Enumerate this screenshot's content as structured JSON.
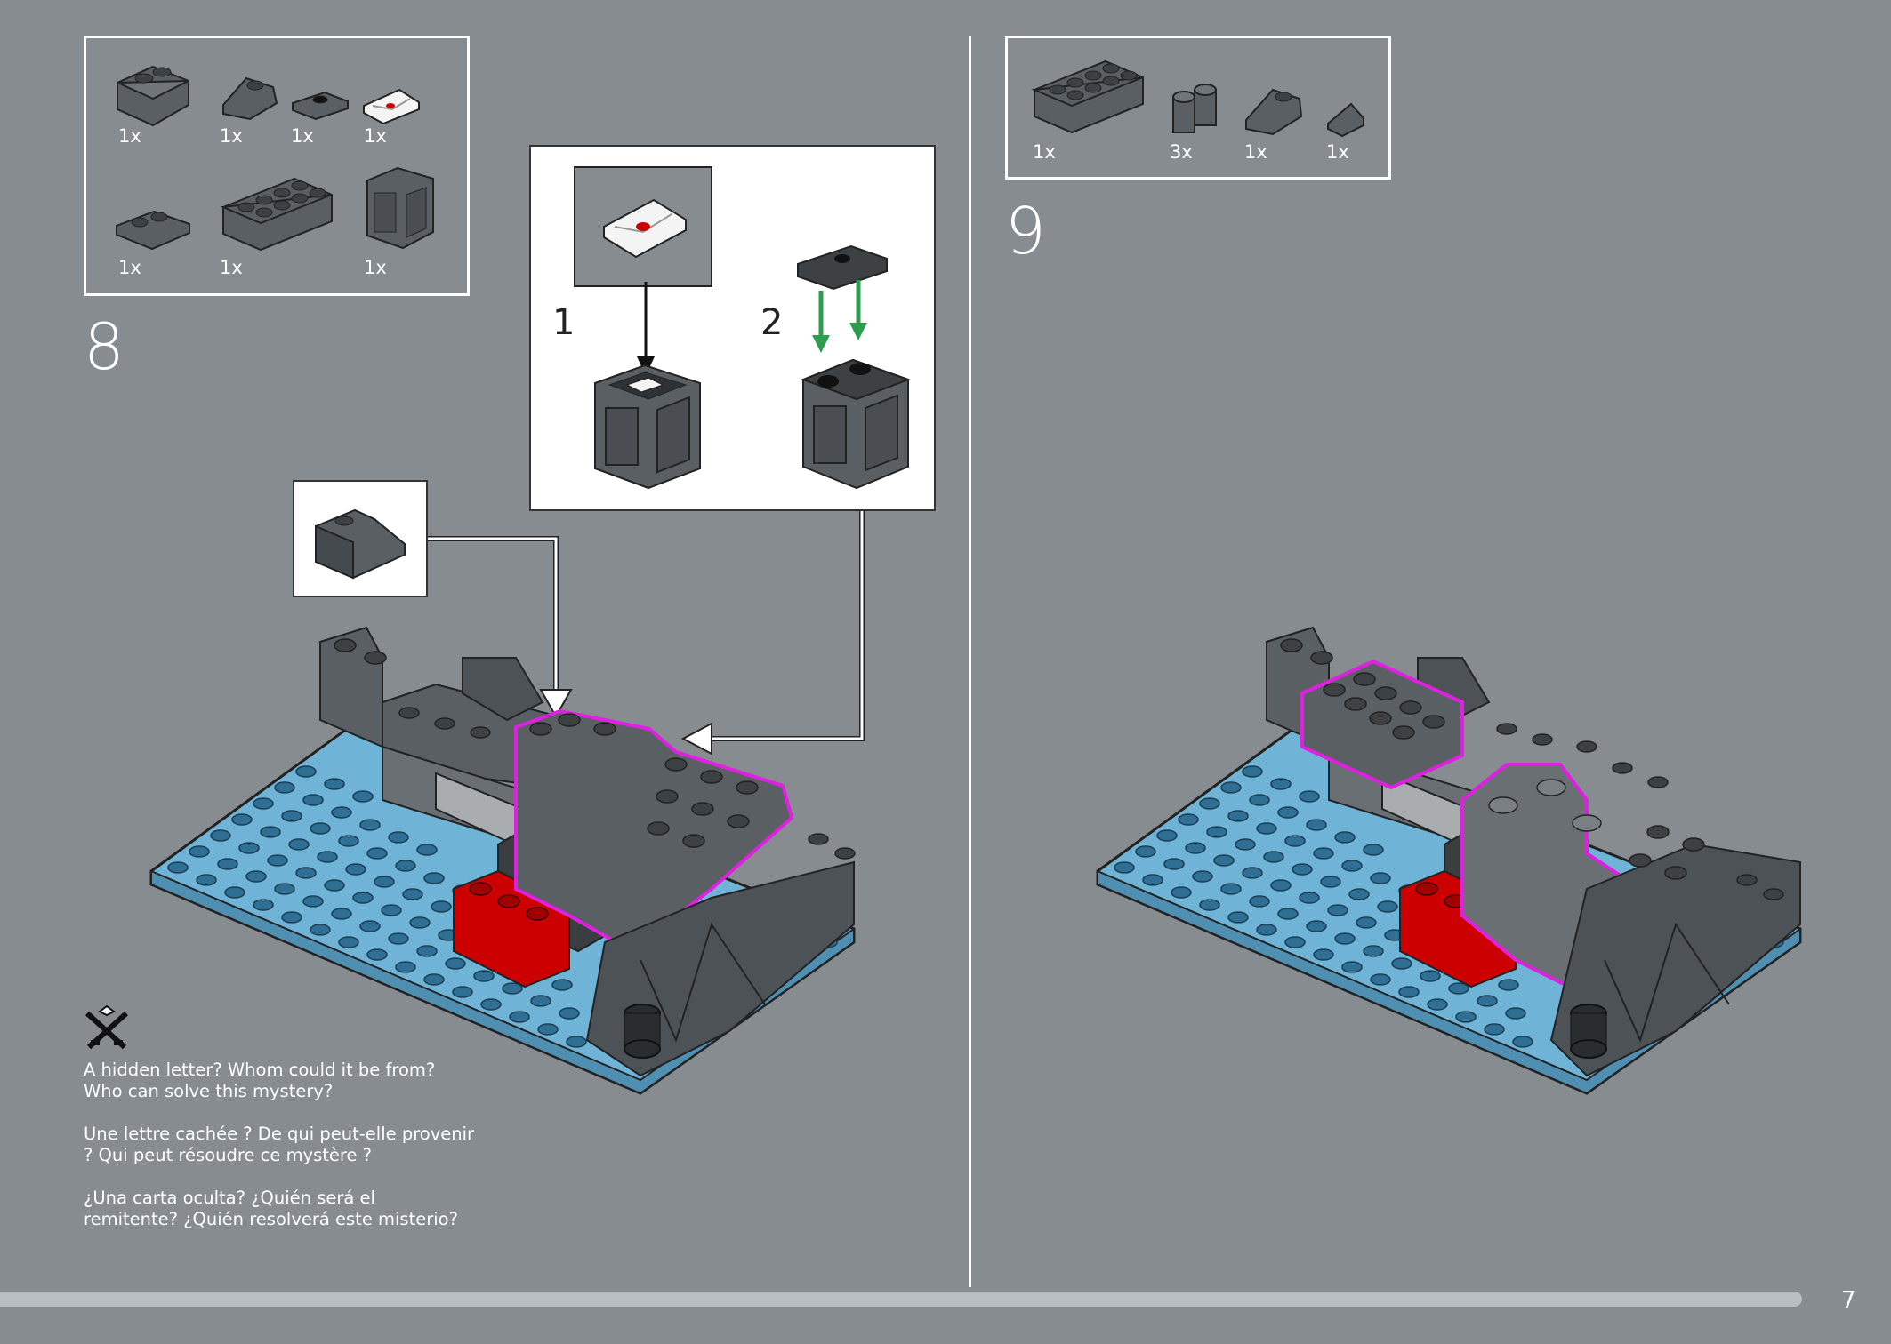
{
  "step8": {
    "number": "8",
    "parts": [
      {
        "qty": "1x",
        "icon": "slope-brick-2x2-icon"
      },
      {
        "qty": "1x",
        "icon": "slope-brick-1x2-icon"
      },
      {
        "qty": "1x",
        "icon": "jumper-plate-icon"
      },
      {
        "qty": "1x",
        "icon": "letter-tile-icon"
      },
      {
        "qty": "1x",
        "icon": "plate-2x2-icon"
      },
      {
        "qty": "1x",
        "icon": "brick-2x4-icon"
      },
      {
        "qty": "1x",
        "icon": "crate-icon"
      }
    ],
    "substeps": [
      "1",
      "2"
    ]
  },
  "step9": {
    "number": "9",
    "parts": [
      {
        "qty": "1x",
        "icon": "brick-2x4-icon"
      },
      {
        "qty": "3x",
        "icon": "round-brick-icon"
      },
      {
        "qty": "1x",
        "icon": "slope-brick-1x2-icon"
      },
      {
        "qty": "1x",
        "icon": "cheese-slope-icon"
      }
    ]
  },
  "story": {
    "en": "A hidden letter? Whom could it be from? Who can solve this mystery?",
    "fr": "Une lettre cachée ? De qui peut-elle provenir ? Qui peut résoudre ce mystère ?",
    "es": "¿Una carta oculta? ¿Quién será el remitente? ¿Quién resolverá este misterio?"
  },
  "colors": {
    "background": "#868c90",
    "highlight": "#e020e0",
    "baseplate": "#6fb3d6",
    "brick": "#555a5e",
    "red": "#cc0000",
    "arrow_green": "#2e9e4e"
  },
  "page": {
    "number": "7"
  }
}
